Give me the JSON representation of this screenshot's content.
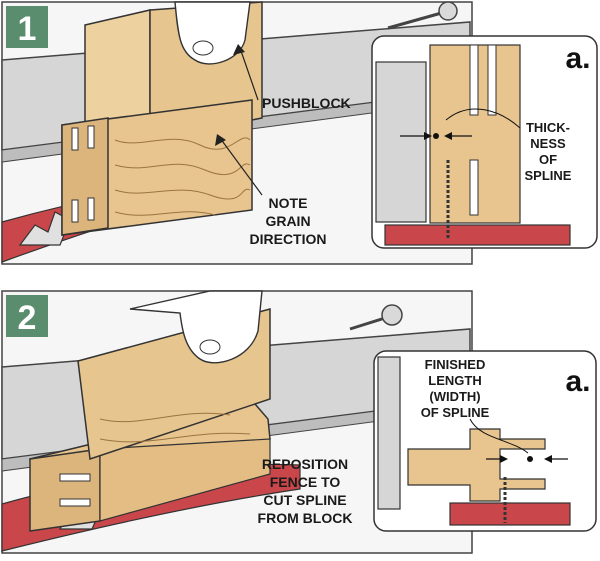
{
  "steps": [
    {
      "number": "1",
      "labels": {
        "pushblock": "PUSHBLOCK",
        "note": [
          "NOTE",
          "GRAIN",
          "DIRECTION"
        ]
      },
      "inset": {
        "letter": "a.",
        "labels": [
          "THICK-",
          "NESS",
          "OF",
          "SPLINE"
        ]
      }
    },
    {
      "number": "2",
      "labels": {
        "reposition": [
          "REPOSITION",
          "FENCE TO",
          "CUT SPLINE",
          "FROM BLOCK"
        ]
      },
      "inset": {
        "letter": "a.",
        "labels": [
          "FINISHED",
          "LENGTH",
          "(WIDTH)",
          "OF SPLINE"
        ]
      }
    }
  ],
  "colors": {
    "badge": "#5a8c6e",
    "blade_table": "#c9474a",
    "wood": "#e8c48e",
    "fence": "#d4d4d4"
  }
}
